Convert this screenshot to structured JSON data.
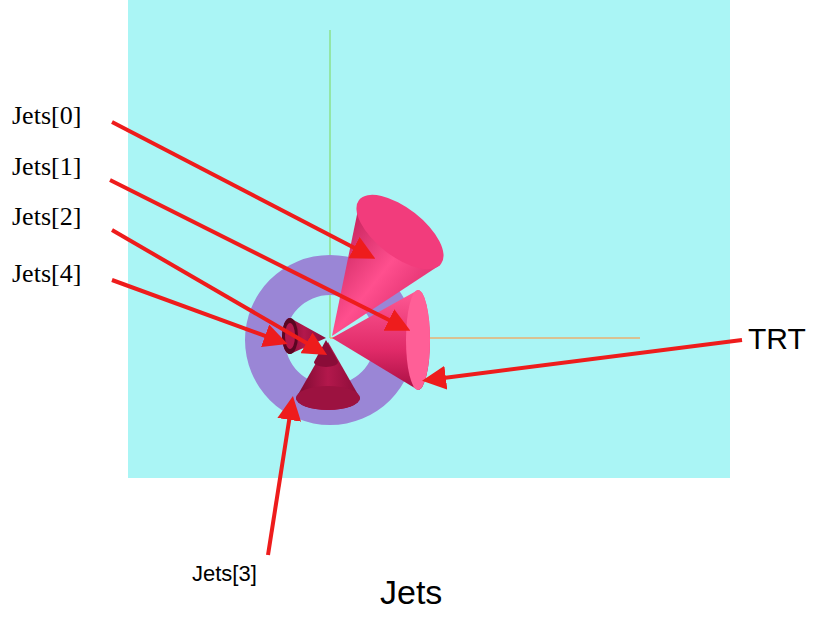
{
  "diagram": {
    "caption": "Jets",
    "labels": [
      "Jets[0]",
      "Jets[1]",
      "Jets[2]",
      "Jets[4]",
      "Jets[3]",
      "TRT"
    ]
  }
}
